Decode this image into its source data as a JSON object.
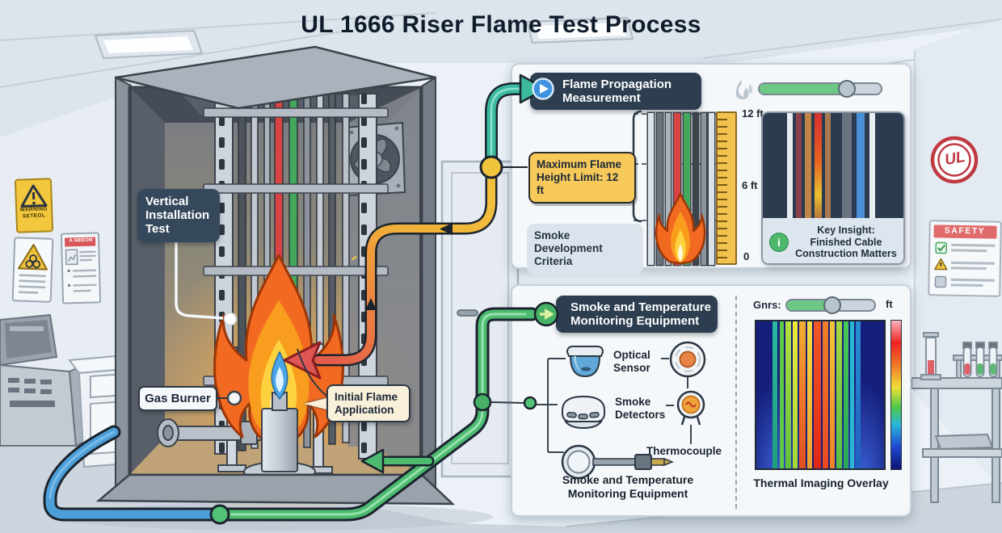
{
  "title": "UL 1666 Riser Flame Test Process",
  "scene": {
    "vertical_installation_label": "Vertical Installation Test",
    "gas_burner_label": "Gas Burner",
    "initial_flame_label": "Initial Flame Application",
    "warning_sign_line1": "WARNING",
    "warning_sign_line2": "SETEOL",
    "poster_header": "A SIEEOM",
    "safety_header": "SAFETY",
    "ul_logo": "UL"
  },
  "flame_panel": {
    "header": "Flame Propagation Measurement",
    "max_flame_label": "Maximum Flame Height Limit: 12 ft",
    "smoke_criteria_label": "Smoke Development Criteria",
    "ruler_top": "12 ft",
    "ruler_mid": "6 ft",
    "ruler_zero": "0",
    "key_insight_icon": "i",
    "key_insight_text": "Key Insight: Finished Cable Construction Matters"
  },
  "monitoring_panel": {
    "header": "Smoke and Temperature Monitoring Equipment",
    "labels": {
      "optical": "Optical Sensor",
      "smoke": "Smoke Detectors",
      "thermocouple": "Thermocouple"
    },
    "caption": "Smoke and Temperature Monitoring Equipment",
    "slider_label": "Gnrs:",
    "slider_unit": "ft",
    "thermal_caption": "Thermal Imaging Overlay"
  },
  "sliders": {
    "flame_progress_pct": 72,
    "thermal_progress_pct": 52
  },
  "colors": {
    "header_navy": "#2c3e50",
    "accent_teal": "#3bbaa0",
    "accent_green": "#4cbb70",
    "accent_blue": "#4d9fd8",
    "accent_yellow": "#f2c33c",
    "accent_red": "#e05555",
    "ul_red": "#bf3a42"
  }
}
